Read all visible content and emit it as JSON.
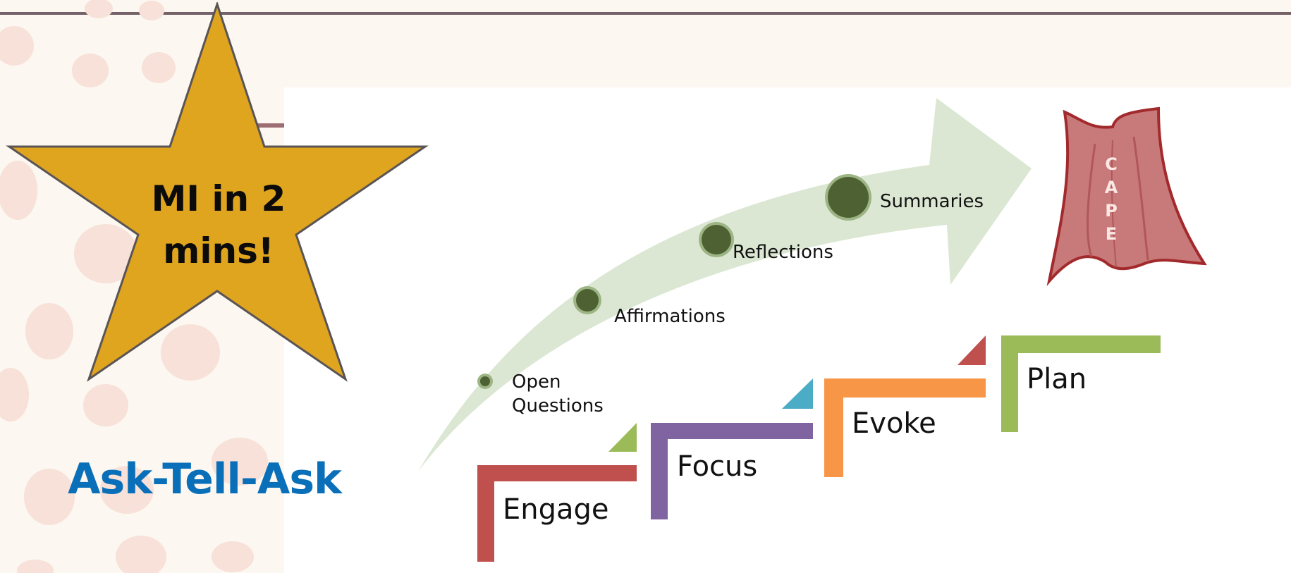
{
  "title_star": {
    "line1": "MI in 2",
    "line2": "mins!"
  },
  "subtitle": "Ask-Tell-Ask",
  "skills": [
    {
      "label": "Open",
      "label2": "Questions"
    },
    {
      "label": "Affirmations"
    },
    {
      "label": "Reflections"
    },
    {
      "label": "Summaries"
    }
  ],
  "steps": [
    {
      "label": "Engage",
      "color": "#c0504d"
    },
    {
      "label": "Focus",
      "color": "#8064a2"
    },
    {
      "label": "Evoke",
      "color": "#f79646"
    },
    {
      "label": "Plan",
      "color": "#9bbb59"
    }
  ],
  "cape": {
    "letters": [
      "C",
      "A",
      "P",
      "E"
    ],
    "color": "#c0504d"
  },
  "colors": {
    "star_fill": "#dfa51f",
    "subtitle": "#0a6fb9",
    "arrow": "#dbe7d2",
    "dot": "#4e6132"
  }
}
